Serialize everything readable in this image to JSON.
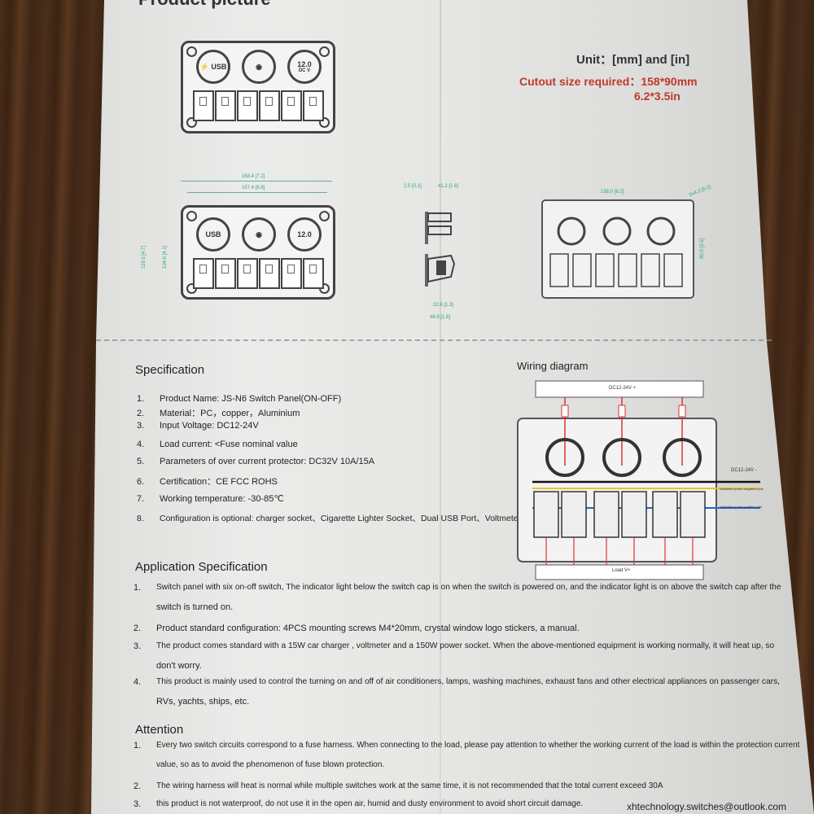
{
  "header": {
    "title": "Product picture",
    "unit": "Unit：[mm] and [in]",
    "cutout_mm": "Cutout size required：158*90mm",
    "cutout_in": "6.2*3.5in"
  },
  "front_view": {
    "usb_label": "⚡ USB",
    "volt_display": "12.0",
    "volt_unit": "DC V"
  },
  "dims": {
    "width_outer": "163.4 [7.2]",
    "width_inner": "157.4 [6.8]",
    "height_outer": "119.0 [4.7]",
    "height_inner": "104.0 [4.1]",
    "depth_a": "2.5 [0.1]",
    "depth_b": "41.2 [1.6]",
    "depth_c": "32.8 [1.3]",
    "depth_d": "46.9 [1.8]",
    "back_width": "158.0 [6.2]",
    "back_height": "90.0 [3.5]",
    "hole": "6x4.2 [0.2]"
  },
  "specification": {
    "title": "Specification",
    "items": [
      {
        "n": "1.",
        "text": "Product Name: JS-N6 Switch Panel(ON-OFF)"
      },
      {
        "n": "2.",
        "text": "Material：PC，copper，Aluminium"
      },
      {
        "n": "3.",
        "text": "Input Voltage: DC12-24V"
      },
      {
        "n": "4.",
        "text": "Load current: <Fuse nominal value"
      },
      {
        "n": "5.",
        "text": "Parameters of over current protector: DC32V 10A/15A"
      },
      {
        "n": "6.",
        "text": "Certification：CE  FCC  ROHS"
      },
      {
        "n": "7.",
        "text": "Working temperature: -30-85℃"
      },
      {
        "n": "8.",
        "text": "Configuration is optional: charger socket、Cigarette Lighter Socket、Dual USB Port、Voltmeter etc."
      }
    ]
  },
  "wiring": {
    "title": "Wiring diagram",
    "top_bus": "DC12-24V +",
    "right_label1": "DC12-24V -",
    "right_label2": "Voltmeter power negative pole",
    "right_label3": "Voltmeter power positive pole",
    "bottom_bus": "Load V+"
  },
  "application": {
    "title": "Application Specification",
    "items": [
      {
        "n": "1.",
        "l1": "Switch panel with six on-off switch, The indicator light below the switch cap is on when the switch is powered on, and the indicator light is on above the switch cap after the",
        "l2": "switch is turned on."
      },
      {
        "n": "2.",
        "l1": "Product standard configuration: 4PCS mounting screws M4*20mm, crystal window logo stickers, a manual.",
        "l2": ""
      },
      {
        "n": "3.",
        "l1": "The product comes standard with a 15W car charger , voltmeter and a 150W power socket. When the above-mentioned equipment is working normally, it will heat up, so",
        "l2": "don't worry."
      },
      {
        "n": "4.",
        "l1": "This product is mainly used to control the turning on and off of air conditioners, lamps, washing machines, exhaust fans and other electrical appliances on passenger cars,",
        "l2": "RVs, yachts, ships, etc."
      }
    ]
  },
  "attention": {
    "title": "Attention",
    "items": [
      {
        "n": "1.",
        "l1": "Every two switch circuits correspond to a fuse harness. When connecting to the load, please pay attention to whether the working current of the load is within the protection current",
        "l2": "value, so as to avoid the phenomenon of fuse blown protection."
      },
      {
        "n": "2.",
        "l1": "The wiring harness will heat is normal while multiple switches work at the same time, it is not recommended that the total current exceed 30A",
        "l2": ""
      },
      {
        "n": "3.",
        "l1": "this product is not waterproof, do not use it in the open air, humid and dusty environment to avoid short circuit damage.",
        "l2": ""
      }
    ]
  },
  "footer": {
    "email": "xhtechnology.switches@outlook.com"
  }
}
